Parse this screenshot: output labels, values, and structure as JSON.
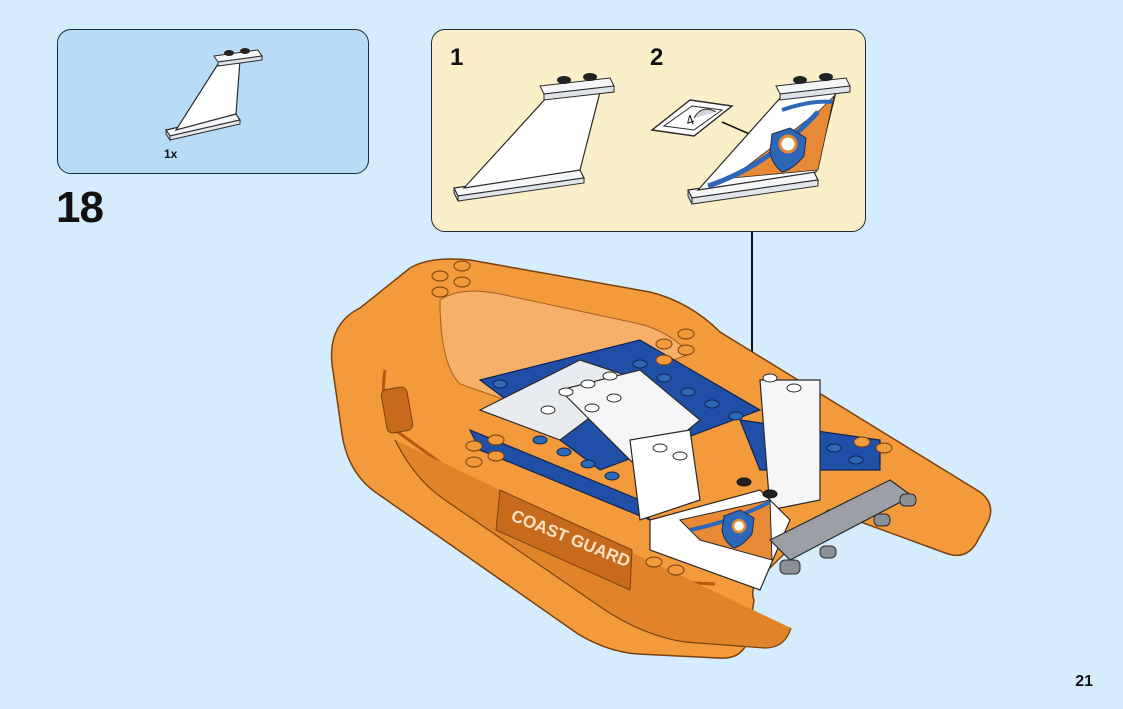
{
  "parts_callout": {
    "part_icon": "tail-fin-piece-white",
    "quantity": "1x"
  },
  "step": {
    "number": "18"
  },
  "sub_steps": [
    {
      "number": "1",
      "icon": "tail-fin-white"
    },
    {
      "number": "2",
      "icon": "tail-fin-with-sticker",
      "sticker_label": "4"
    }
  ],
  "model": {
    "icon": "inflatable-rescue-boat",
    "hull_label": "COAST GUARD"
  },
  "colors": {
    "background": "#d4ecfb",
    "parts_panel": "#b8dcf6",
    "sub_panel": "#fbefc9",
    "hull_orange": "#f39a3c",
    "hull_dark": "#c86a1c",
    "deck_blue": "#1f4fa6",
    "white_brick": "#f4f6f8",
    "gray_tube": "#9aa0a6"
  },
  "page": {
    "number": "21"
  }
}
